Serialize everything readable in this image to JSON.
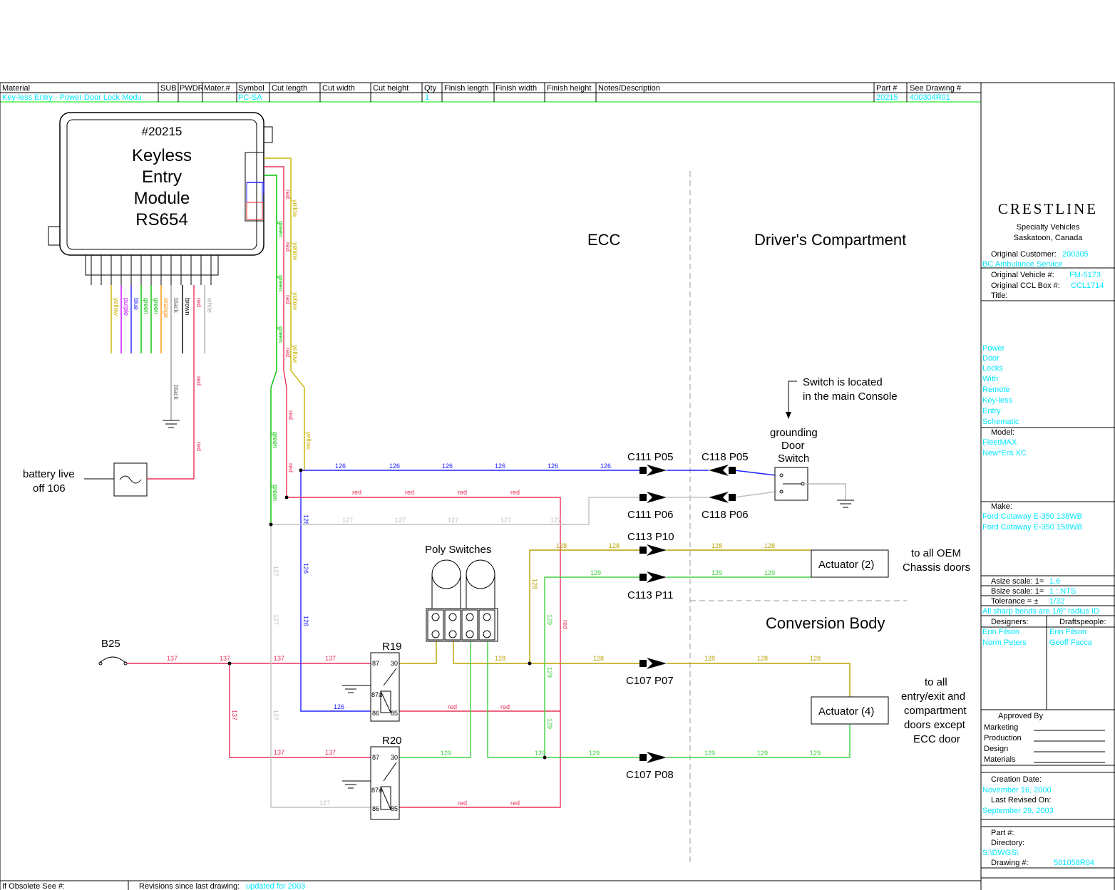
{
  "title_block": {
    "headers": [
      "Material",
      "SUB",
      "PWDR",
      "Mater.#",
      "Symbol",
      "Cut length",
      "Cut width",
      "Cut height",
      "Qty",
      "Finish length",
      "Finish width",
      "Finish height",
      "Notes/Description",
      "Part #",
      "See Drawing #"
    ],
    "row": {
      "material": "Key-less Entry - Power Door Lock Modu",
      "symbol": "PC-SA",
      "qty": "1",
      "part": "20215",
      "see_drawing": "400304R01"
    }
  },
  "module": {
    "number": "#20215",
    "line1": "Keyless",
    "line2": "Entry",
    "line3": "Module",
    "line4": "RS654"
  },
  "pin_wires": [
    "yellow",
    "purple",
    "blue",
    "green",
    "green",
    "orange",
    "black",
    "brown",
    "red",
    "white"
  ],
  "side_wires": {
    "yellow": "yellow",
    "red": "red",
    "green": "green",
    "black": "black"
  },
  "zones": {
    "ecc": "ECC",
    "driver": "Driver's Compartment",
    "conversion": "Conversion Body"
  },
  "battery": {
    "line1": "battery live",
    "line2": "off 106"
  },
  "fuse": {
    "label": "B25"
  },
  "connectors": {
    "c111p05": "C111 P05",
    "c111p06": "C111 P06",
    "c118p05": "C118 P05",
    "c118p06": "C118 P06",
    "c113p10": "C113 P10",
    "c113p11": "C113 P11",
    "c107p07": "C107 P07",
    "c107p08": "C107 P08"
  },
  "switch_note": {
    "line1": "Switch is located",
    "line2": "in the main Console",
    "g1": "grounding",
    "g2": "Door",
    "g3": "Switch"
  },
  "poly": "Poly Switches",
  "relays": {
    "r19": "R19",
    "r20": "R20",
    "p87": "87",
    "p30": "30",
    "p87a": "87a",
    "p86": "86",
    "p85": "85"
  },
  "actuators": {
    "a2": "Actuator (2)",
    "a4": "Actuator (4)"
  },
  "notes": {
    "oem1": "to all OEM",
    "oem2": "Chassis doors",
    "ent1": "to all",
    "ent2": "entry/exit and",
    "ent3": "compartment",
    "ent4": "doors except",
    "ent5": "ECC door"
  },
  "wire_numbers": {
    "w126": "126",
    "w127": "127",
    "w128": "128",
    "w129": "129",
    "w137": "137",
    "red": "red"
  },
  "company": {
    "logo": "CRESTLINE",
    "line1": "Specialty Vehicles",
    "line2": "Saskatoon, Canada"
  },
  "right_block": {
    "cust_label": "Original Customer:",
    "cust_no": "200305",
    "cust_name": "BC Ambulance Service",
    "veh_label": "Original Vehicle #:",
    "veh": "FM-5173",
    "box_label": "Original CCL Box #:",
    "box": "CCL1714",
    "title_label": "Title:",
    "title_lines": [
      "Power",
      "Door",
      "Locks",
      "With",
      "Remote",
      "Key-less",
      "Entry",
      "Schematic"
    ],
    "model_label": "Model:",
    "model1": "FleetMAX",
    "model2": "New*Era XC",
    "make_label": "Make:",
    "make1": "Ford Cutaway E-350 138WB",
    "make2": "Ford Cutaway E-350 158WB",
    "asize": "Asize scale: 1=",
    "asize_v": "1.6",
    "bsize": "Bsize scale: 1=",
    "bsize_v": "1 : NTS",
    "tol": "Tolerance = ±",
    "tol_v": "1/32",
    "bends": "All sharp bends are 1/8\" radius ID",
    "designers": "Designers:",
    "draftspeople": "Draftspeople:",
    "des1": "Erin Filson",
    "des2": "Norm Peters",
    "dft1": "Erin Filson",
    "dft2": "Geoff Facca",
    "approved": "Approved By",
    "appr": [
      "Marketing",
      "Production",
      "Design",
      "Materials"
    ],
    "created_label": "Creation Date:",
    "created": "November 16, 2000",
    "revised_label": "Last Revised On:",
    "revised": "September 29, 2003",
    "part_label": "Part #:",
    "dir_label": "Directory:",
    "dir": "S:\\DWGS\\",
    "dwg_label": "Drawing #:",
    "dwg": "501058R04"
  },
  "footer": {
    "obsolete": "If Obsolete See #:",
    "revisions": "Revisions since last drawing:",
    "rev_value": "updated for 2003"
  }
}
